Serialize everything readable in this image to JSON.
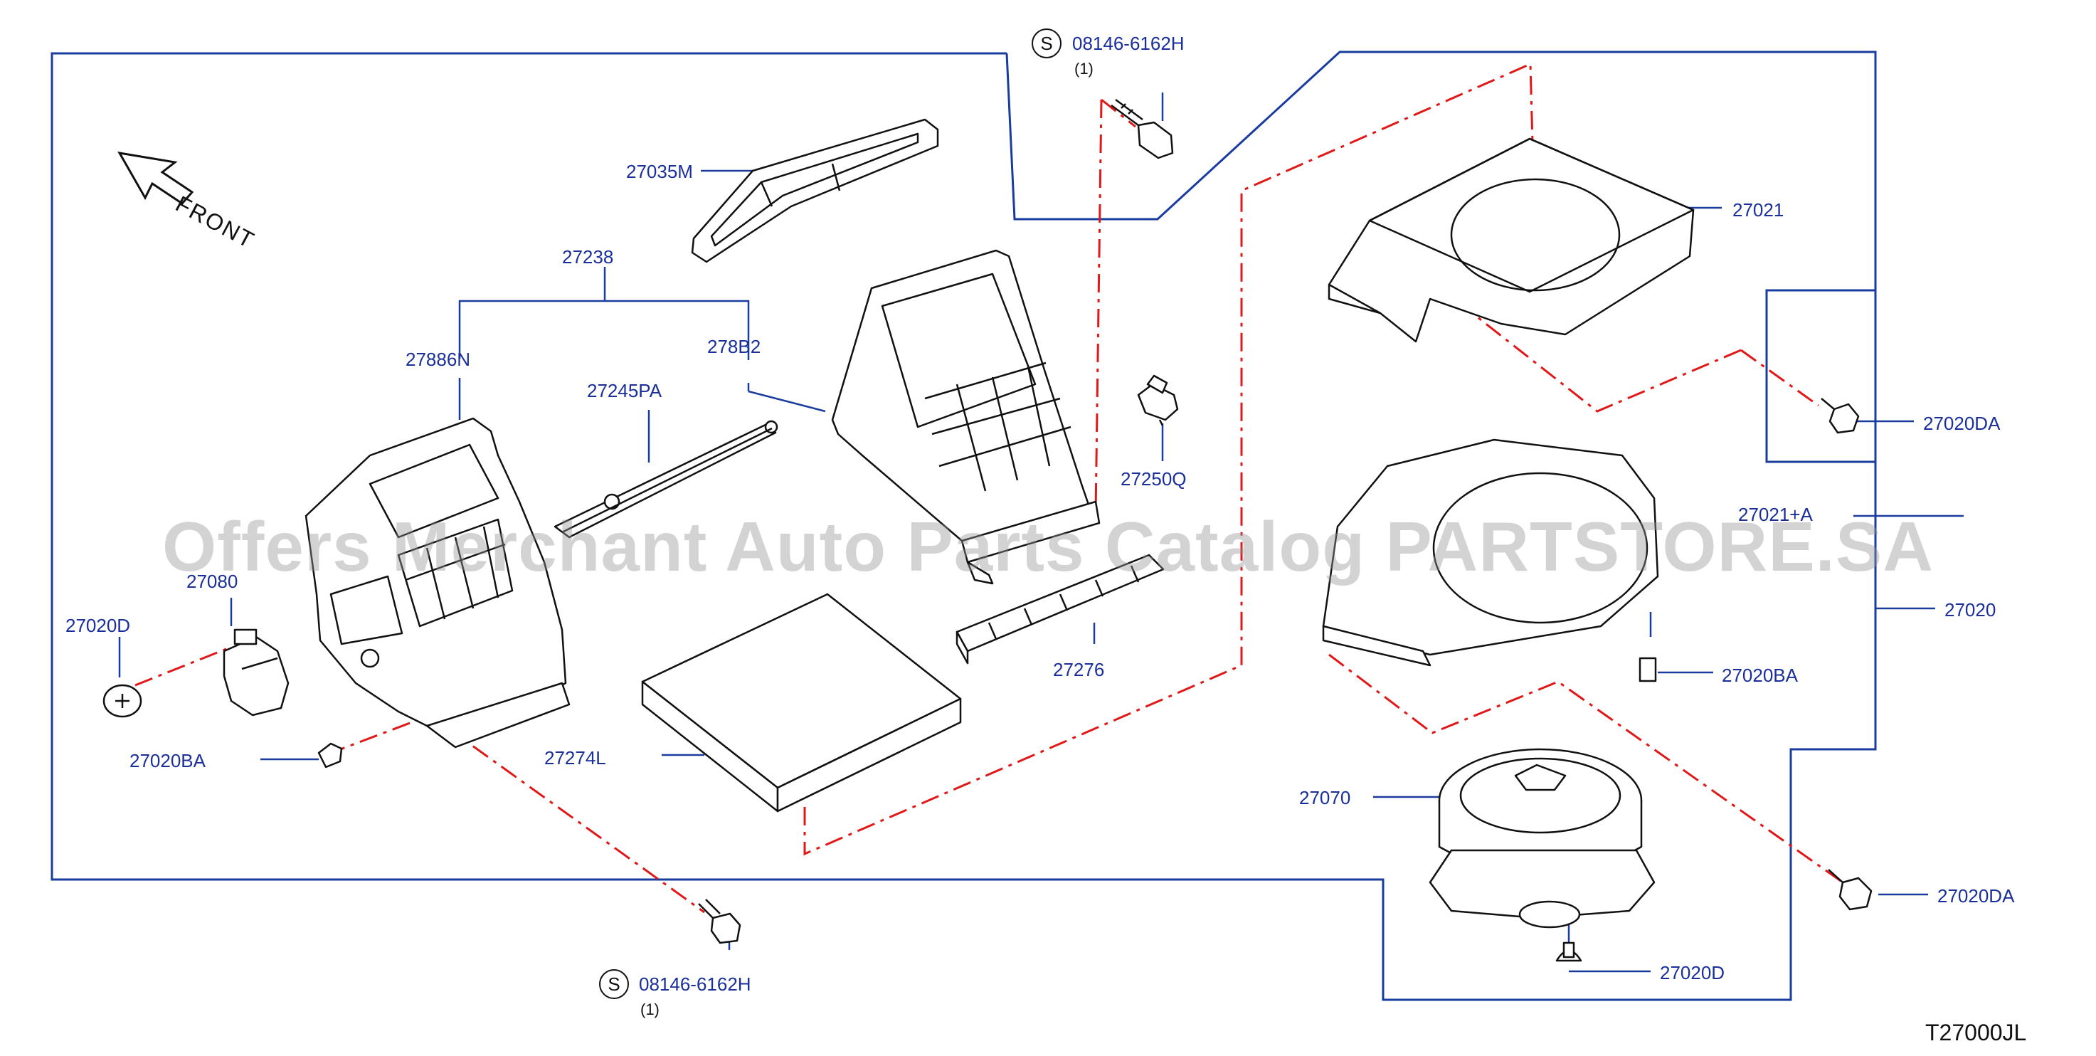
{
  "diagram": {
    "front_label": "FRONT",
    "watermark": "Offers Merchant Auto Parts Catalog PARTSTORE.SA",
    "diagram_code": "T27000JL",
    "standard_part_symbol": "S",
    "parts": [
      {
        "id": "p-08146-6162H-top",
        "label": "08146-6162H",
        "quantity": "(1)"
      },
      {
        "id": "p-27035M",
        "label": "27035M"
      },
      {
        "id": "p-27238",
        "label": "27238"
      },
      {
        "id": "p-27886N",
        "label": "27886N"
      },
      {
        "id": "p-278B2",
        "label": "278B2"
      },
      {
        "id": "p-27245PA",
        "label": "27245PA"
      },
      {
        "id": "p-27250Q",
        "label": "27250Q"
      },
      {
        "id": "p-27080",
        "label": "27080"
      },
      {
        "id": "p-27020D-left",
        "label": "27020D"
      },
      {
        "id": "p-27020BA-left",
        "label": "27020BA"
      },
      {
        "id": "p-27274L",
        "label": "27274L"
      },
      {
        "id": "p-27276",
        "label": "27276"
      },
      {
        "id": "p-27021",
        "label": "27021"
      },
      {
        "id": "p-27020DA-top",
        "label": "27020DA"
      },
      {
        "id": "p-27021A",
        "label": "27021+A"
      },
      {
        "id": "p-27020",
        "label": "27020"
      },
      {
        "id": "p-27020BA-right",
        "label": "27020BA"
      },
      {
        "id": "p-27070",
        "label": "27070"
      },
      {
        "id": "p-27020DA-bottom",
        "label": "27020DA"
      },
      {
        "id": "p-27020D-right",
        "label": "27020D"
      },
      {
        "id": "p-08146-6162H-bottom",
        "label": "08146-6162H",
        "quantity": "(1)"
      }
    ]
  },
  "colors": {
    "callout_line": "#1a3c9e",
    "label_text": "#1a2f9a",
    "dash_line": "#e01818",
    "part_outline": "#111111",
    "watermark": "#9a9a9a"
  }
}
